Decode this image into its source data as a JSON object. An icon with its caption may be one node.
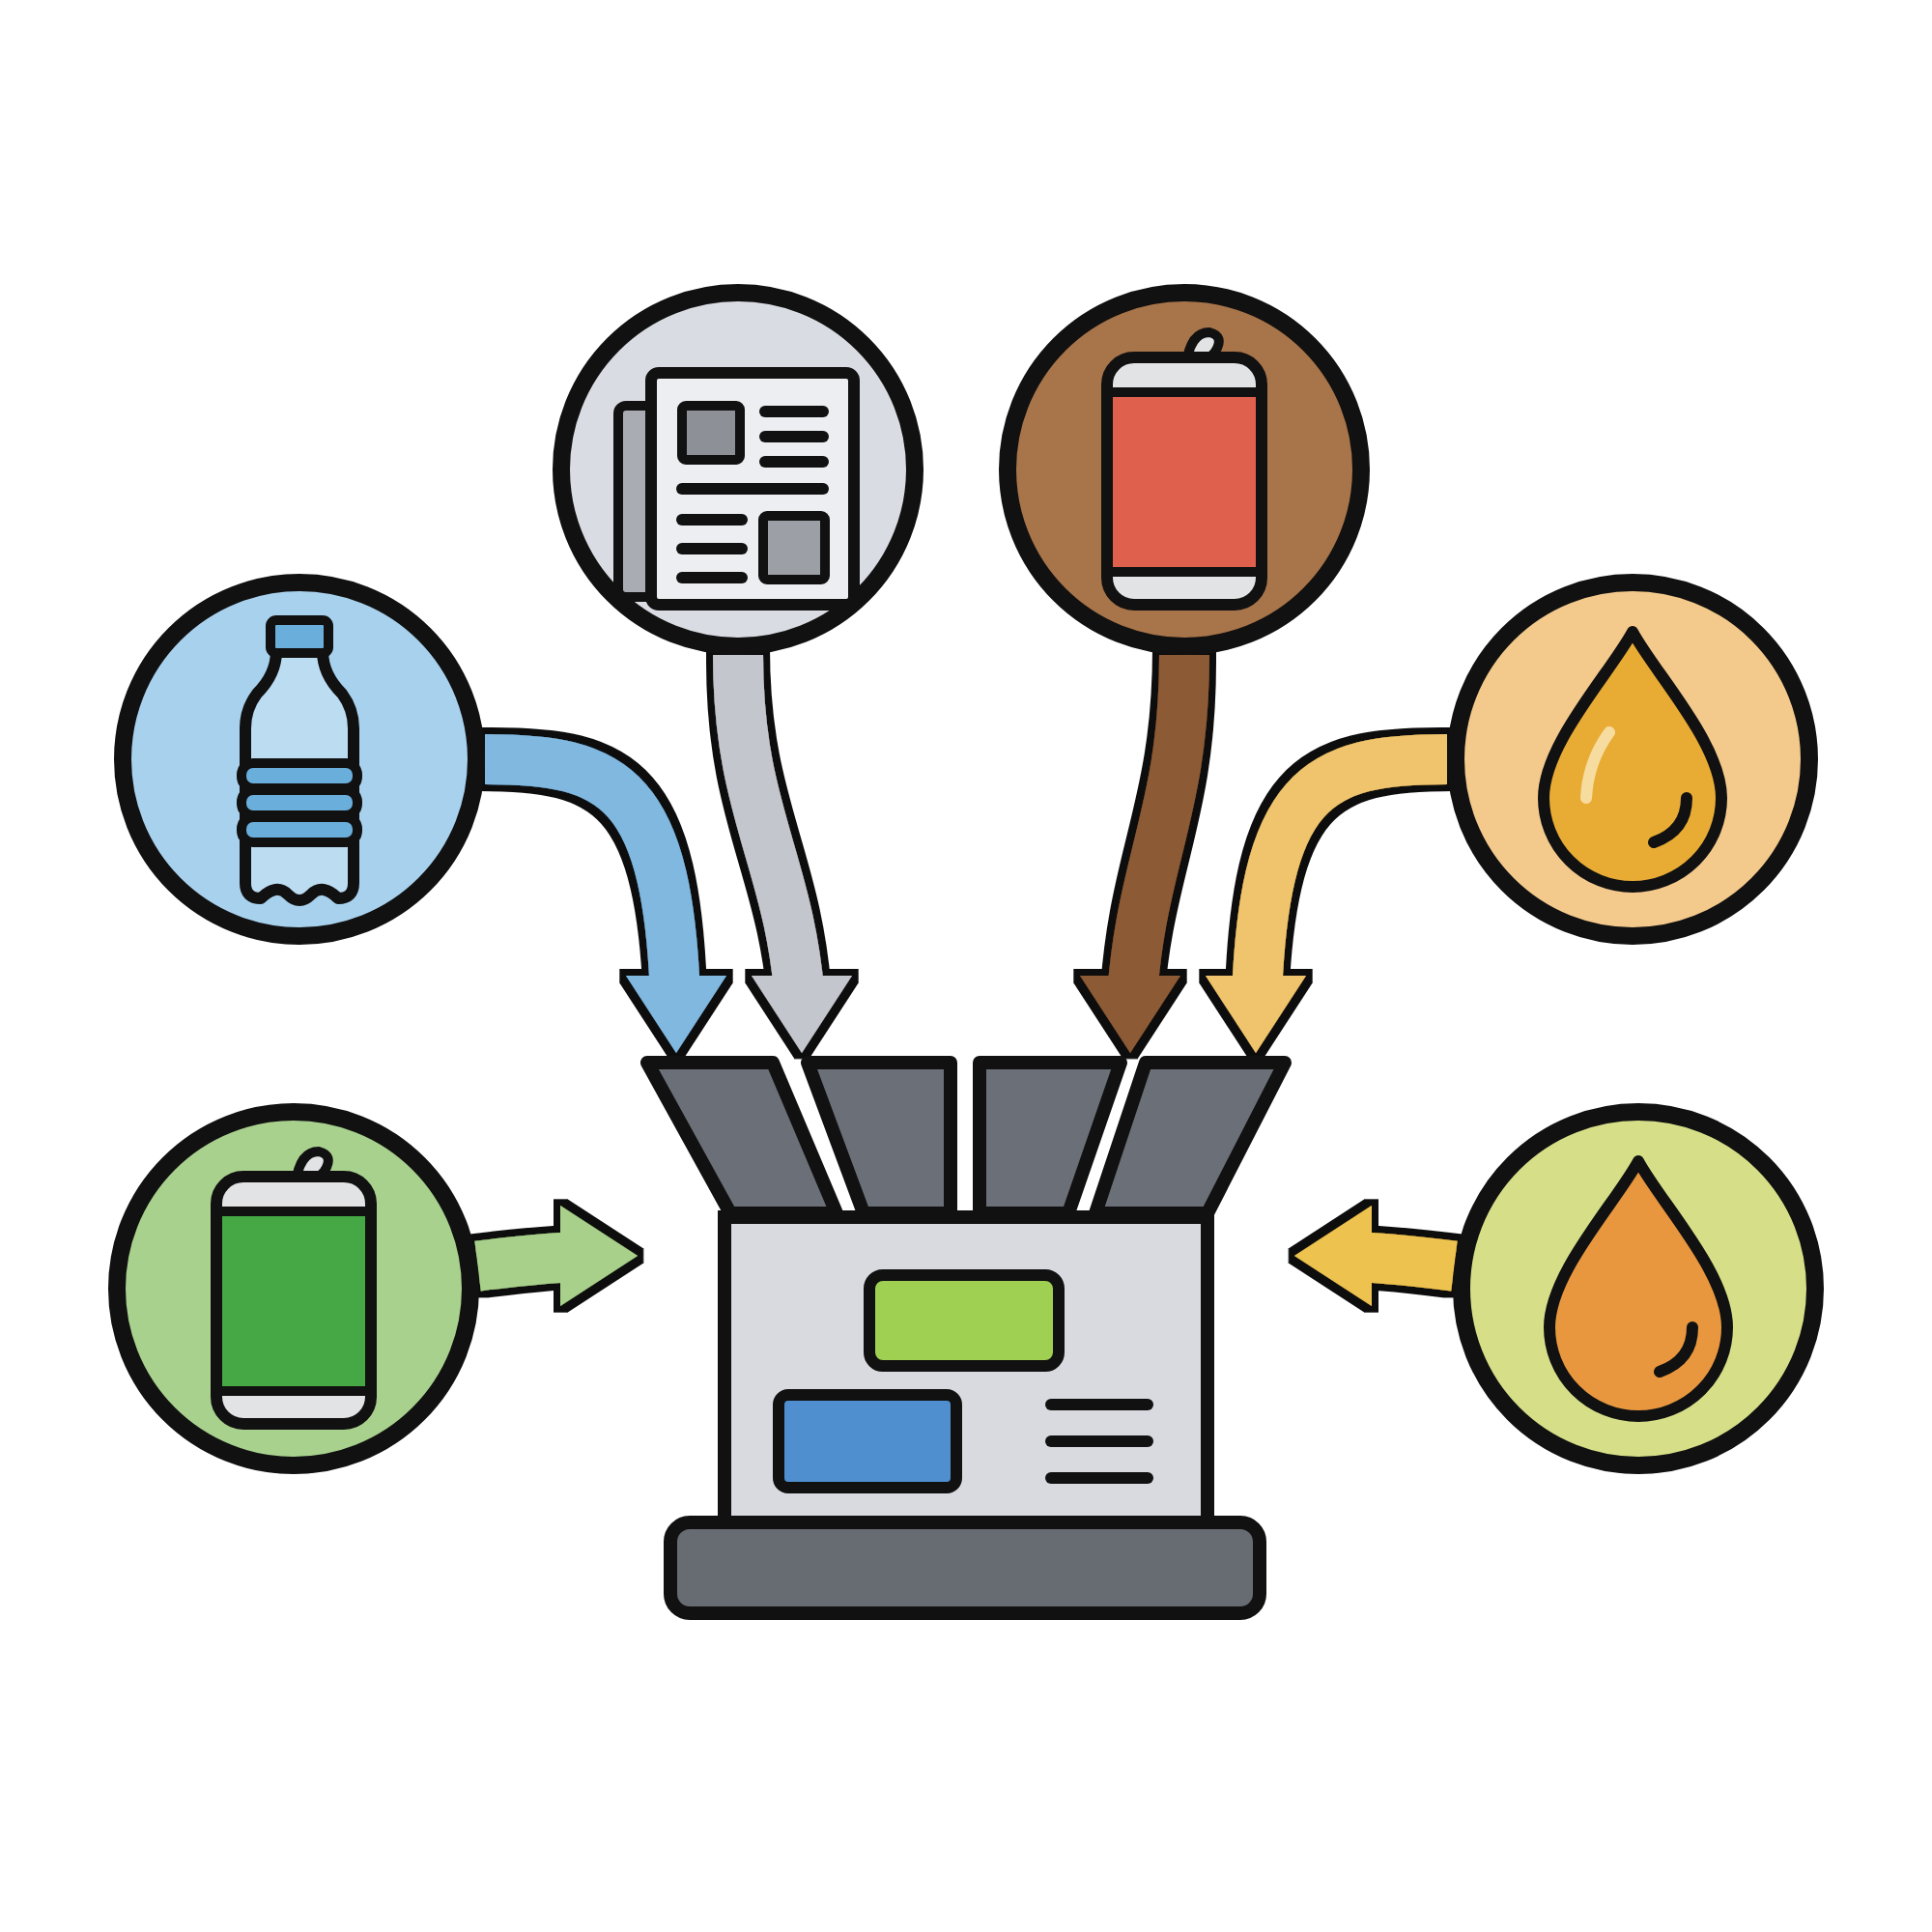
{
  "diagram": {
    "nodes": [
      {
        "text": [],
        "shape": "picture"
      },
      {
        "text": [],
        "shape": "picture"
      },
      {
        "text": [],
        "shape": "picture"
      },
      {
        "text": [],
        "shape": "picture"
      },
      {
        "text": [],
        "shape": "picture"
      },
      {
        "text": [],
        "shape": "picture"
      },
      {
        "text": [],
        "shape": "picture"
      }
    ],
    "edges": [
      {
        "from": 0,
        "to": 6,
        "arrow": "to",
        "color": "#c3c6cc"
      },
      {
        "from": 1,
        "to": 6,
        "arrow": "to",
        "color": "#8c5a35"
      },
      {
        "from": 2,
        "to": 6,
        "arrow": "to",
        "color": "#80b8e0"
      },
      {
        "from": 3,
        "to": 6,
        "arrow": "to",
        "color": "#f0c46c"
      },
      {
        "from": 4,
        "to": 6,
        "arrow": "to",
        "color": "#a8d08a"
      },
      {
        "from": 5,
        "to": 6,
        "arrow": "to",
        "color": "#eec250"
      }
    ]
  }
}
